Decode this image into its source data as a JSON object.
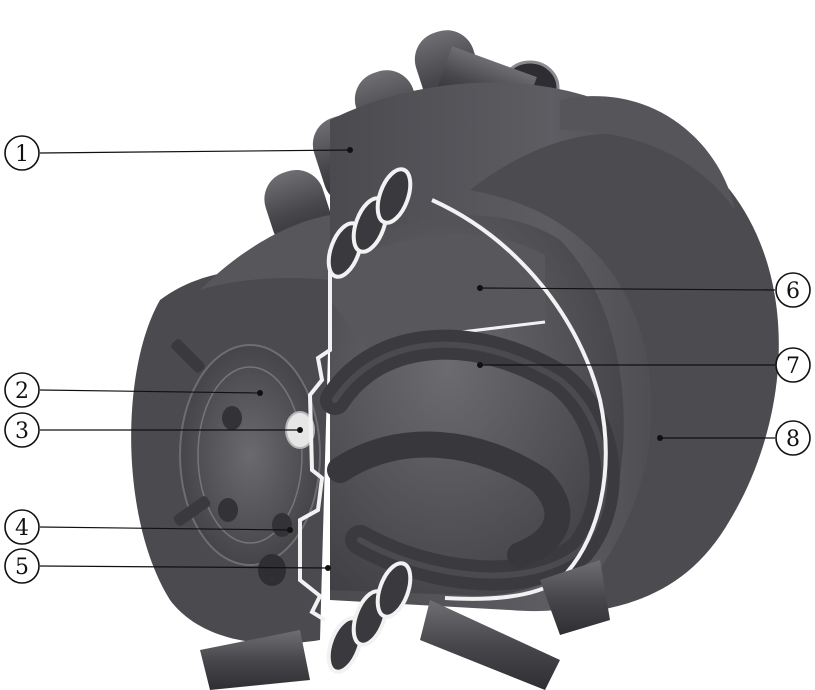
{
  "callouts": [
    {
      "id": "1",
      "label": "1"
    },
    {
      "id": "2",
      "label": "2"
    },
    {
      "id": "3",
      "label": "3"
    },
    {
      "id": "4",
      "label": "4"
    },
    {
      "id": "5",
      "label": "5"
    },
    {
      "id": "6",
      "label": "6"
    },
    {
      "id": "7",
      "label": "7"
    },
    {
      "id": "8",
      "label": "8"
    }
  ],
  "colors": {
    "background": "#ffffff",
    "metal_dark": "#3f3f43",
    "metal_mid": "#5a5a5f",
    "metal_light": "#7a7a80",
    "cut_edge": "#f2f2f2",
    "line": "#111111"
  }
}
